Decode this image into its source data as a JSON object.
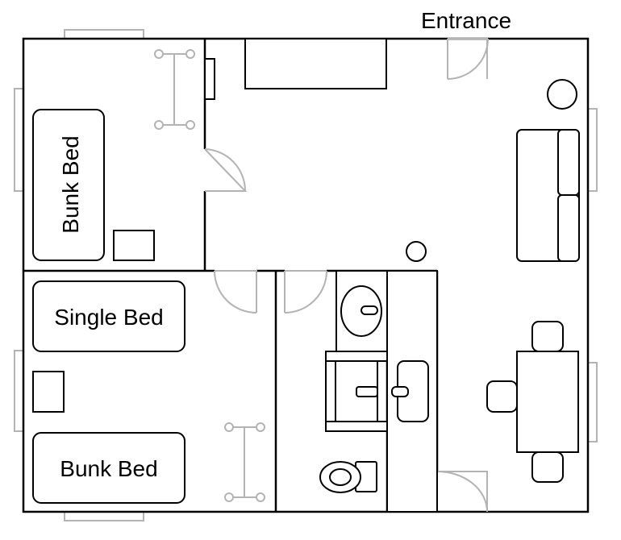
{
  "labels": {
    "entrance": "Entrance",
    "bunk_bed_top": "Bunk Bed",
    "single_bed": "Single Bed",
    "bunk_bed_bottom": "Bunk Bed"
  },
  "colors": {
    "wall": "#000000",
    "fixture_gray": "#b3b3b3",
    "background": "#ffffff"
  },
  "icons": [
    "door-swing-icon",
    "window-icon",
    "clothes-rack-icon",
    "sink-icon",
    "toilet-icon",
    "sofa-icon",
    "chair-icon",
    "table-icon"
  ]
}
